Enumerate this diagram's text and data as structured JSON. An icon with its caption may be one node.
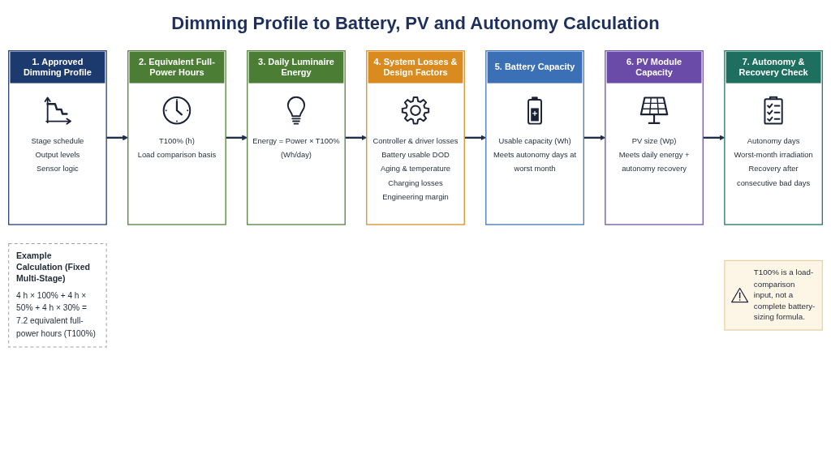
{
  "diagram": {
    "title": "Dimming Profile to Battery, PV and Autonomy Calculation",
    "nodes": [
      {
        "text": [
          "1. Approved Dimming Profile",
          "Stage schedule",
          "Output levels",
          "Sensor logic"
        ]
      },
      {
        "text": [
          "2. Equivalent Full-Power Hours",
          "T100% (h)",
          "Load comparison basis"
        ]
      },
      {
        "text": [
          "3. Daily Luminaire Energy",
          "Energy = Power × T100% (Wh/day)"
        ]
      },
      {
        "text": [
          "4. System Losses & Design Factors",
          "Controller & driver losses",
          "Battery usable DOD",
          "Aging & temperature",
          "Charging losses",
          "Engineering margin"
        ]
      },
      {
        "text": [
          "5. Battery Capacity",
          "Usable capacity (Wh)",
          "Meets autonomy days at worst month"
        ]
      },
      {
        "text": [
          "6. PV Module Capacity",
          "PV size (Wp)",
          "Meets daily energy + autonomy recovery"
        ]
      },
      {
        "text": [
          "7. Autonomy & Recovery Check",
          "Autonomy days",
          "Worst-month irradiation",
          "Recovery after consecutive bad days"
        ]
      },
      {
        "text": [
          "Example Calculation (Fixed Multi-Stage)",
          "4 h × 100% + 4 h × 50% + 4 h × 30% = 7.2 equivalent full-power hours (T100%)"
        ]
      },
      {
        "text": [
          "T100% is a load-comparison input, not a complete battery-sizing formula."
        ]
      }
    ],
    "edges": [
      {
        "from": 0,
        "to": 1,
        "arrow": "to"
      },
      {
        "from": 1,
        "to": 2,
        "arrow": "to"
      },
      {
        "from": 2,
        "to": 3,
        "arrow": "to"
      },
      {
        "from": 3,
        "to": 4,
        "arrow": "to"
      },
      {
        "from": 4,
        "to": 5,
        "arrow": "to"
      },
      {
        "from": 5,
        "to": 6,
        "arrow": "to"
      }
    ]
  }
}
